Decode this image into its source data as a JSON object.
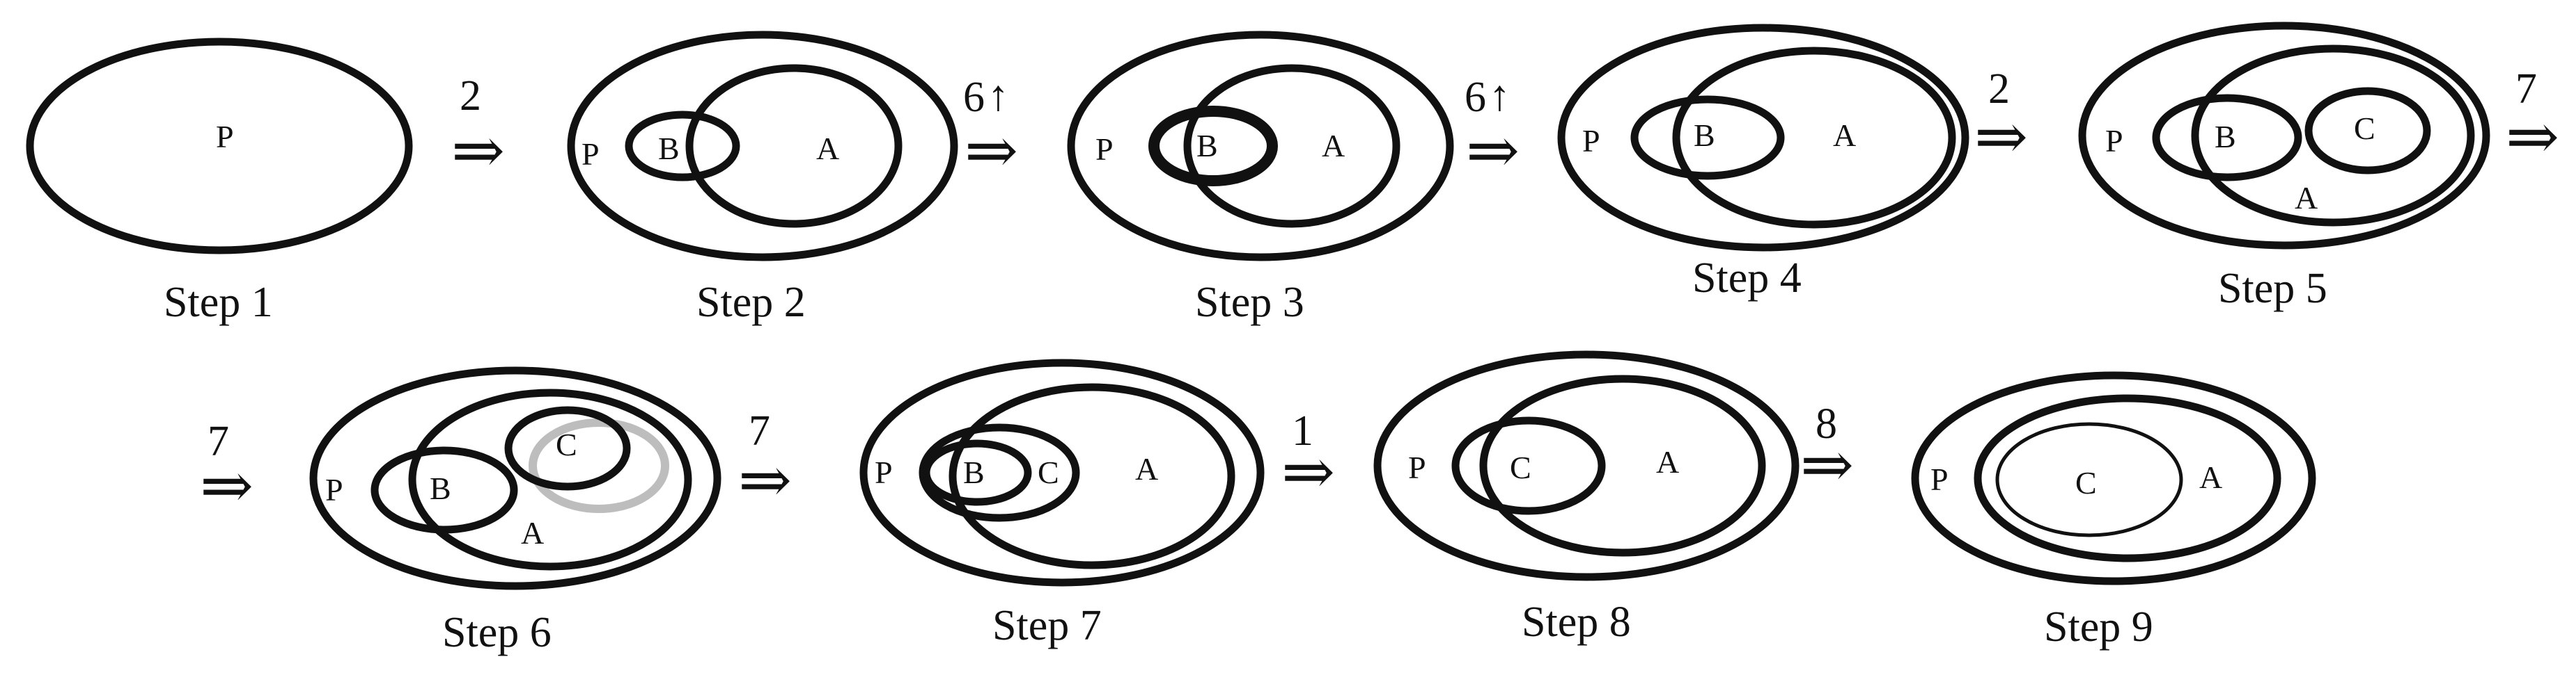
{
  "steps": [
    {
      "label": "Step 1",
      "circles": {
        "outer": "P"
      }
    },
    {
      "label": "Step 2",
      "circles": {
        "outer": "P",
        "a": "A",
        "b": "B"
      }
    },
    {
      "label": "Step 3",
      "circles": {
        "outer": "P",
        "a": "A",
        "b": "B"
      }
    },
    {
      "label": "Step 4",
      "circles": {
        "outer": "P",
        "a": "A",
        "b": "B"
      }
    },
    {
      "label": "Step 5",
      "circles": {
        "outer": "P",
        "a": "A",
        "b": "B",
        "c": "C"
      }
    },
    {
      "label": "Step 6",
      "circles": {
        "outer": "P",
        "a": "A",
        "b": "B",
        "c": "C"
      }
    },
    {
      "label": "Step 7",
      "circles": {
        "outer": "P",
        "a": "A",
        "b": "B",
        "c": "C"
      }
    },
    {
      "label": "Step 8",
      "circles": {
        "outer": "P",
        "a": "A",
        "c": "C"
      }
    },
    {
      "label": "Step 9",
      "circles": {
        "outer": "P",
        "a": "A",
        "c": "C"
      }
    }
  ],
  "transitions": [
    {
      "number": "2",
      "glyph": "⇒",
      "up": ""
    },
    {
      "number": "6",
      "glyph": "⇒",
      "up": "↑"
    },
    {
      "number": "6",
      "glyph": "⇒",
      "up": "↑"
    },
    {
      "number": "2",
      "glyph": "⇒",
      "up": ""
    },
    {
      "number": "7",
      "glyph": "⇒",
      "up": ""
    },
    {
      "number": "7",
      "glyph": "⇒",
      "up": ""
    },
    {
      "number": "7",
      "glyph": "⇒",
      "up": ""
    },
    {
      "number": "1",
      "glyph": "⇒",
      "up": ""
    },
    {
      "number": "8",
      "glyph": "⇒",
      "up": ""
    }
  ],
  "colors": {
    "stroke": "#111111",
    "highlight_gray": "#bdbdbd",
    "background": "#ffffff"
  }
}
